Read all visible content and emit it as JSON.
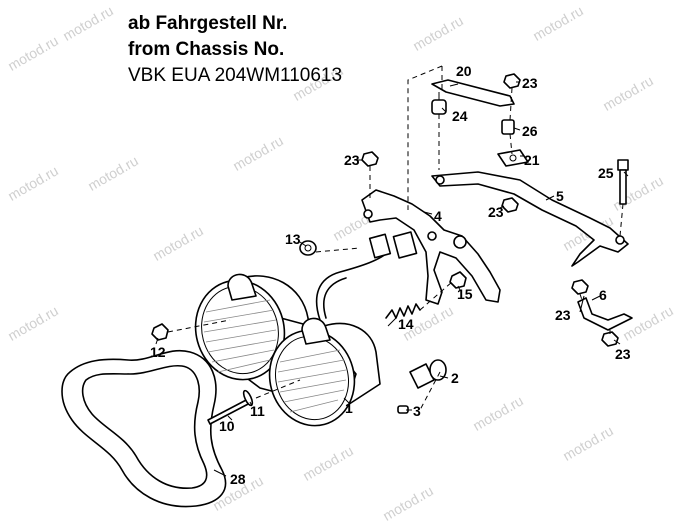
{
  "header": {
    "line1": "ab Fahrgestell Nr.",
    "line2": "from Chassis No.",
    "line3": "VBK EUA 204WM110613"
  },
  "watermark": "motod.ru",
  "callouts": {
    "c1": "1",
    "c2": "2",
    "c3": "3",
    "c4": "4",
    "c5": "5",
    "c6": "6",
    "c10": "10",
    "c11": "11",
    "c12": "12",
    "c13": "13",
    "c14": "14",
    "c15": "15",
    "c20": "20",
    "c21": "21",
    "c23a": "23",
    "c23b": "23",
    "c23c": "23",
    "c23d": "23",
    "c23e": "23",
    "c24": "24",
    "c25": "25",
    "c26": "26",
    "c28": "28"
  }
}
